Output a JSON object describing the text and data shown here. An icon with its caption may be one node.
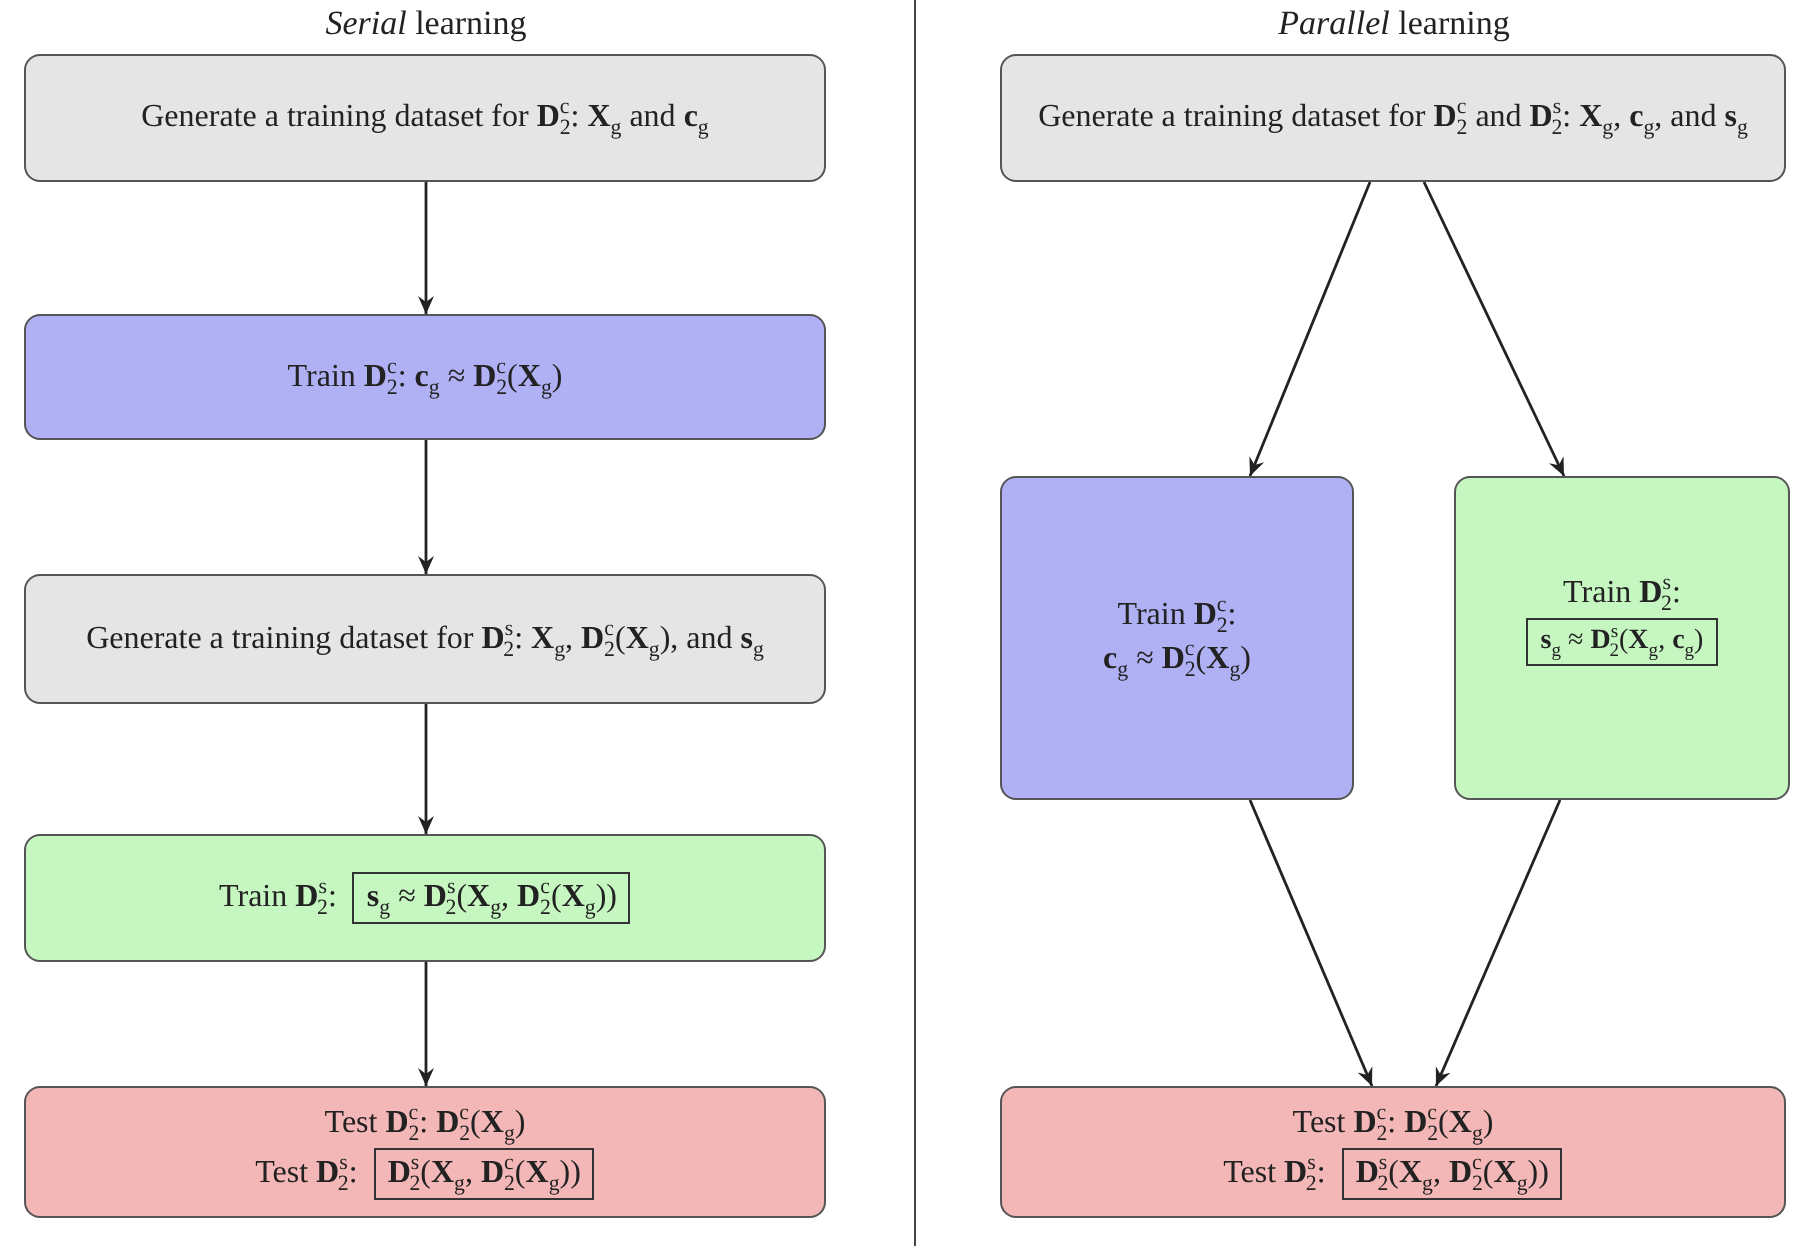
{
  "diagram": {
    "nodes": [
      {
        "text": [
          "Generate a training dataset for **D**$^{c}$$_{2}$: **X**$_{g}$ and **c**$_{g}$"
        ]
      },
      {
        "text": [
          "Train **D**$^{c}$$_{2}$: **c**$_{g}$ ≈ **D**$^{c}$$_{2}$(**X**$_{g}$)"
        ]
      },
      {
        "text": [
          "Generate a training dataset for **D**$^{s}$$_{2}$: **X**$_{g}$, **D**$^{c}$$_{2}$(**X**$_{g}$), and **s**$_{g}$"
        ]
      },
      {
        "text": [
          "Train **D**$^{s}$$_{2}$:"
        ]
      },
      {
        "text": [
          "**s**$_{g}$ ≈ **D**$^{s}$$_{2}$(**X**$_{g}$, **D**$^{c}$$_{2}$(**X**$_{g}$))"
        ],
        "in": 3
      },
      {
        "text": [
          "Test **D**$^{c}$$_{2}$: **D**$^{c}$$_{2}$(**X**$_{g}$)",
          "Test **D**$^{s}$$_{2}$:"
        ]
      },
      {
        "text": [
          "**D**$^{s}$$_{2}$(**X**$_{g}$, **D**$^{c}$$_{2}$(**X**$_{g}$))"
        ],
        "in": 5
      },
      {
        "text": [
          "Generate a training dataset for **D**$^{c}$$_{2}$ and **D**$^{s}$$_{2}$: **X**$_{g}$, **c**$_{g}$, and **s**$_{g}$"
        ]
      },
      {
        "text": [
          "Train **D**$^{c}$$_{2}$:",
          "**c**$_{g}$ ≈ **D**$^{c}$$_{2}$(**X**$_{g}$)"
        ]
      },
      {
        "text": [
          "Train **D**$^{s}$$_{2}$:"
        ]
      },
      {
        "text": [
          "**s**$_{g}$ ≈ **D**$^{s}$$_{2}$(**X**$_{g}$, **c**$_{g}$)"
        ],
        "in": 9
      },
      {
        "text": [
          "Test **D**$^{c}$$_{2}$: **D**$^{c}$$_{2}$(**X**$_{g}$)",
          "Test **D**$^{s}$$_{2}$:"
        ]
      },
      {
        "text": [
          "**D**$^{s}$$_{2}$(**X**$_{g}$, **D**$^{c}$$_{2}$(**X**$_{g}$))"
        ],
        "in": 11
      }
    ],
    "edges": [
      {
        "from": 0,
        "to": 1,
        "arrow": "to"
      },
      {
        "from": 1,
        "to": 2,
        "arrow": "to"
      },
      {
        "from": 2,
        "to": 3,
        "arrow": "to"
      },
      {
        "from": 3,
        "to": 5,
        "arrow": "to"
      },
      {
        "from": 7,
        "to": 8,
        "arrow": "to"
      },
      {
        "from": 7,
        "to": 9,
        "arrow": "to"
      },
      {
        "from": 8,
        "to": 11,
        "arrow": "to"
      },
      {
        "from": 9,
        "to": 11,
        "arrow": "to"
      }
    ],
    "labels": [
      "*Serial* learning",
      "*Parallel* learning"
    ]
  }
}
